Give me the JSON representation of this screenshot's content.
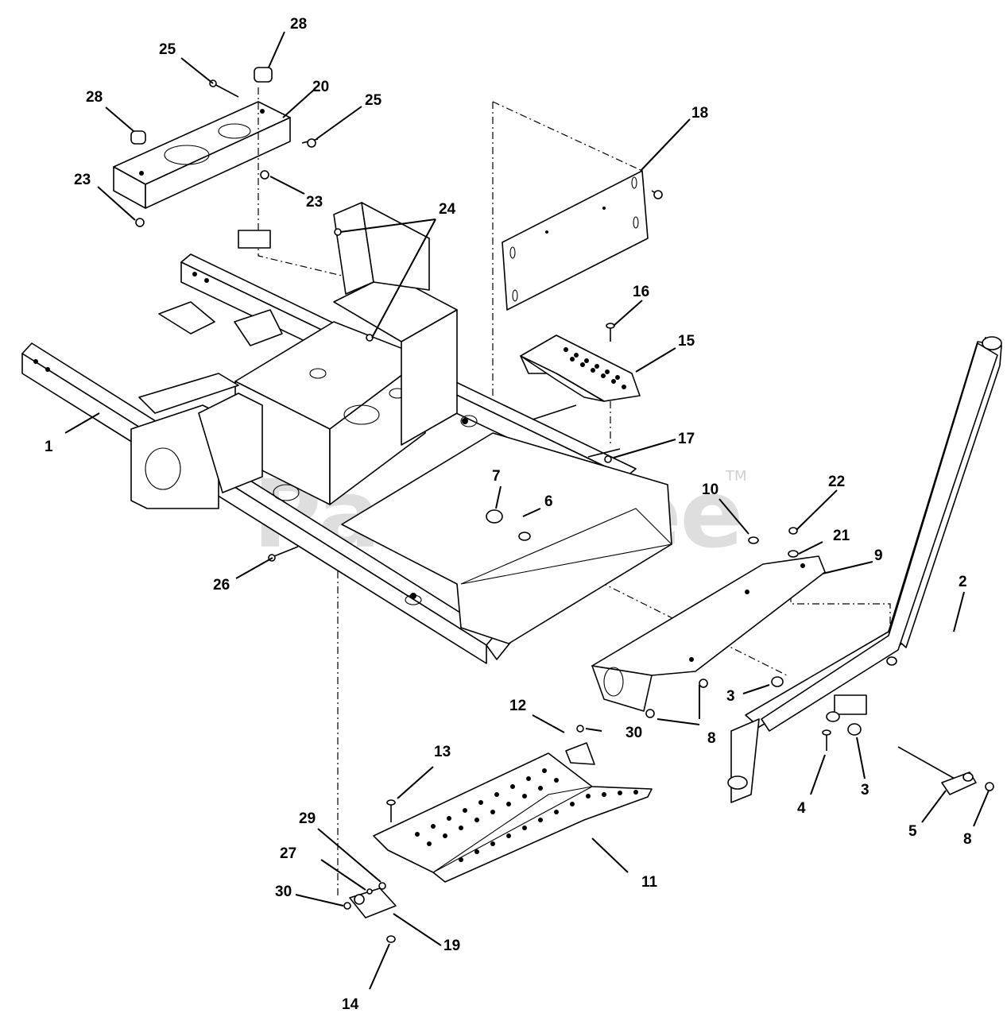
{
  "watermark": {
    "text": "PartsTree",
    "trademark": "TM"
  },
  "callouts": {
    "c1": "1",
    "c2": "2",
    "c3a": "3",
    "c3b": "3",
    "c4": "4",
    "c5": "5",
    "c6": "6",
    "c7": "7",
    "c8a": "8",
    "c8b": "8",
    "c9": "9",
    "c10": "10",
    "c11": "11",
    "c12": "12",
    "c13": "13",
    "c14": "14",
    "c15": "15",
    "c16": "16",
    "c17": "17",
    "c18": "18",
    "c19": "19",
    "c20": "20",
    "c21": "21",
    "c22": "22",
    "c23a": "23",
    "c23b": "23",
    "c24": "24",
    "c25a": "25",
    "c25b": "25",
    "c26": "26",
    "c27": "27",
    "c28a": "28",
    "c28b": "28",
    "c29": "29",
    "c30a": "30",
    "c30b": "30"
  }
}
